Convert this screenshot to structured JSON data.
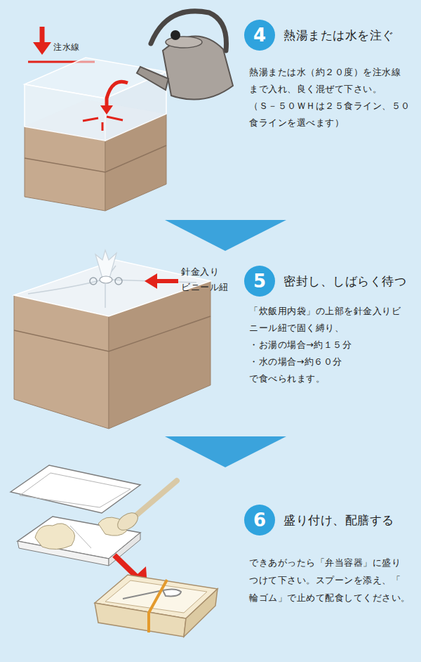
{
  "diagram": {
    "nodes": [
      {
        "text": [
          "4",
          "熱湯または水を注ぐ"
        ]
      },
      {
        "text": [
          "5",
          "密封し、しばらく待つ"
        ]
      },
      {
        "text": [
          "6",
          "盛り付け、配膳する"
        ]
      }
    ],
    "labels": [
      "注水線",
      "熱湯または水（約２０度）を注水線 まで入れ、良く混ぜて下さい。",
      "（Ｓ－５０ＷＨは２５食ライン、５０ 食ラインを選べます）",
      "針金入り ビニール紐",
      "「炊飯用内袋」の上部を針金入りビ ニール紐で固く縛り、",
      "・お湯の場合→約１５分",
      "・水の場合→約６０分",
      "で食べられます。",
      "できあがったら「弁当容器」に盛り つけて下さい。スプーンを添え、「 輪ゴム」で止めて配食してください。"
    ]
  }
}
